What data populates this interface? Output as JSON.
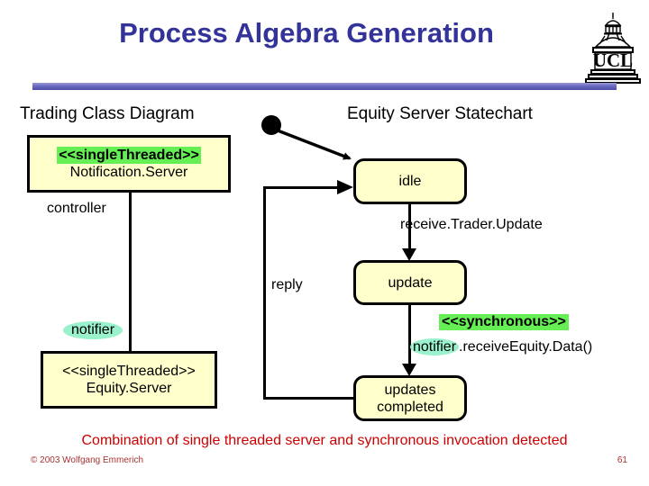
{
  "slide": {
    "title": "Process Algebra Generation",
    "logo_text": "UCL",
    "logo_name": "ucl-dome-logo"
  },
  "sections": {
    "left_heading": "Trading Class Diagram",
    "right_heading": "Equity Server Statechart"
  },
  "class_diagram": {
    "classes": [
      {
        "stereotype": "<<singleThreaded>>",
        "stereotype_highlighted": true,
        "name": "Notification.Server"
      },
      {
        "stereotype": "<<singleThreaded>>",
        "stereotype_highlighted": false,
        "name": "Equity.Server"
      }
    ],
    "roles": [
      {
        "label": "controller",
        "highlighted": false
      },
      {
        "label": "notifier",
        "highlighted": true
      }
    ]
  },
  "statechart": {
    "initial_state_marker": "filled-circle",
    "states": [
      {
        "label": "idle"
      },
      {
        "label": "update"
      },
      {
        "label": "updates\ncompleted"
      }
    ],
    "state_labels": {
      "idle": "idle",
      "update": "update",
      "completed_line1": "updates",
      "completed_line2": "completed"
    },
    "transitions": [
      {
        "label": "receive.Trader.Update",
        "from": "idle",
        "to": "update"
      },
      {
        "label": "reply",
        "from": "updates completed",
        "to": "idle"
      }
    ],
    "annotation": {
      "stereotype": "<<synchronous>>",
      "call_target": "notifier",
      "call_rest": ".receiveEquity.Data()"
    }
  },
  "footer": {
    "note": "Combination of single threaded server and synchronous invocation detected",
    "copyright": "© 2003 Wolfgang Emmerich",
    "page_number": "61"
  },
  "colors": {
    "title_blue": "#333399",
    "bar_blue": "#6a6abf",
    "box_fill": "#ffffcc",
    "green_highlight": "#66ee55",
    "mint_highlight": "#99f2cc",
    "footer_red": "#cc0000"
  }
}
